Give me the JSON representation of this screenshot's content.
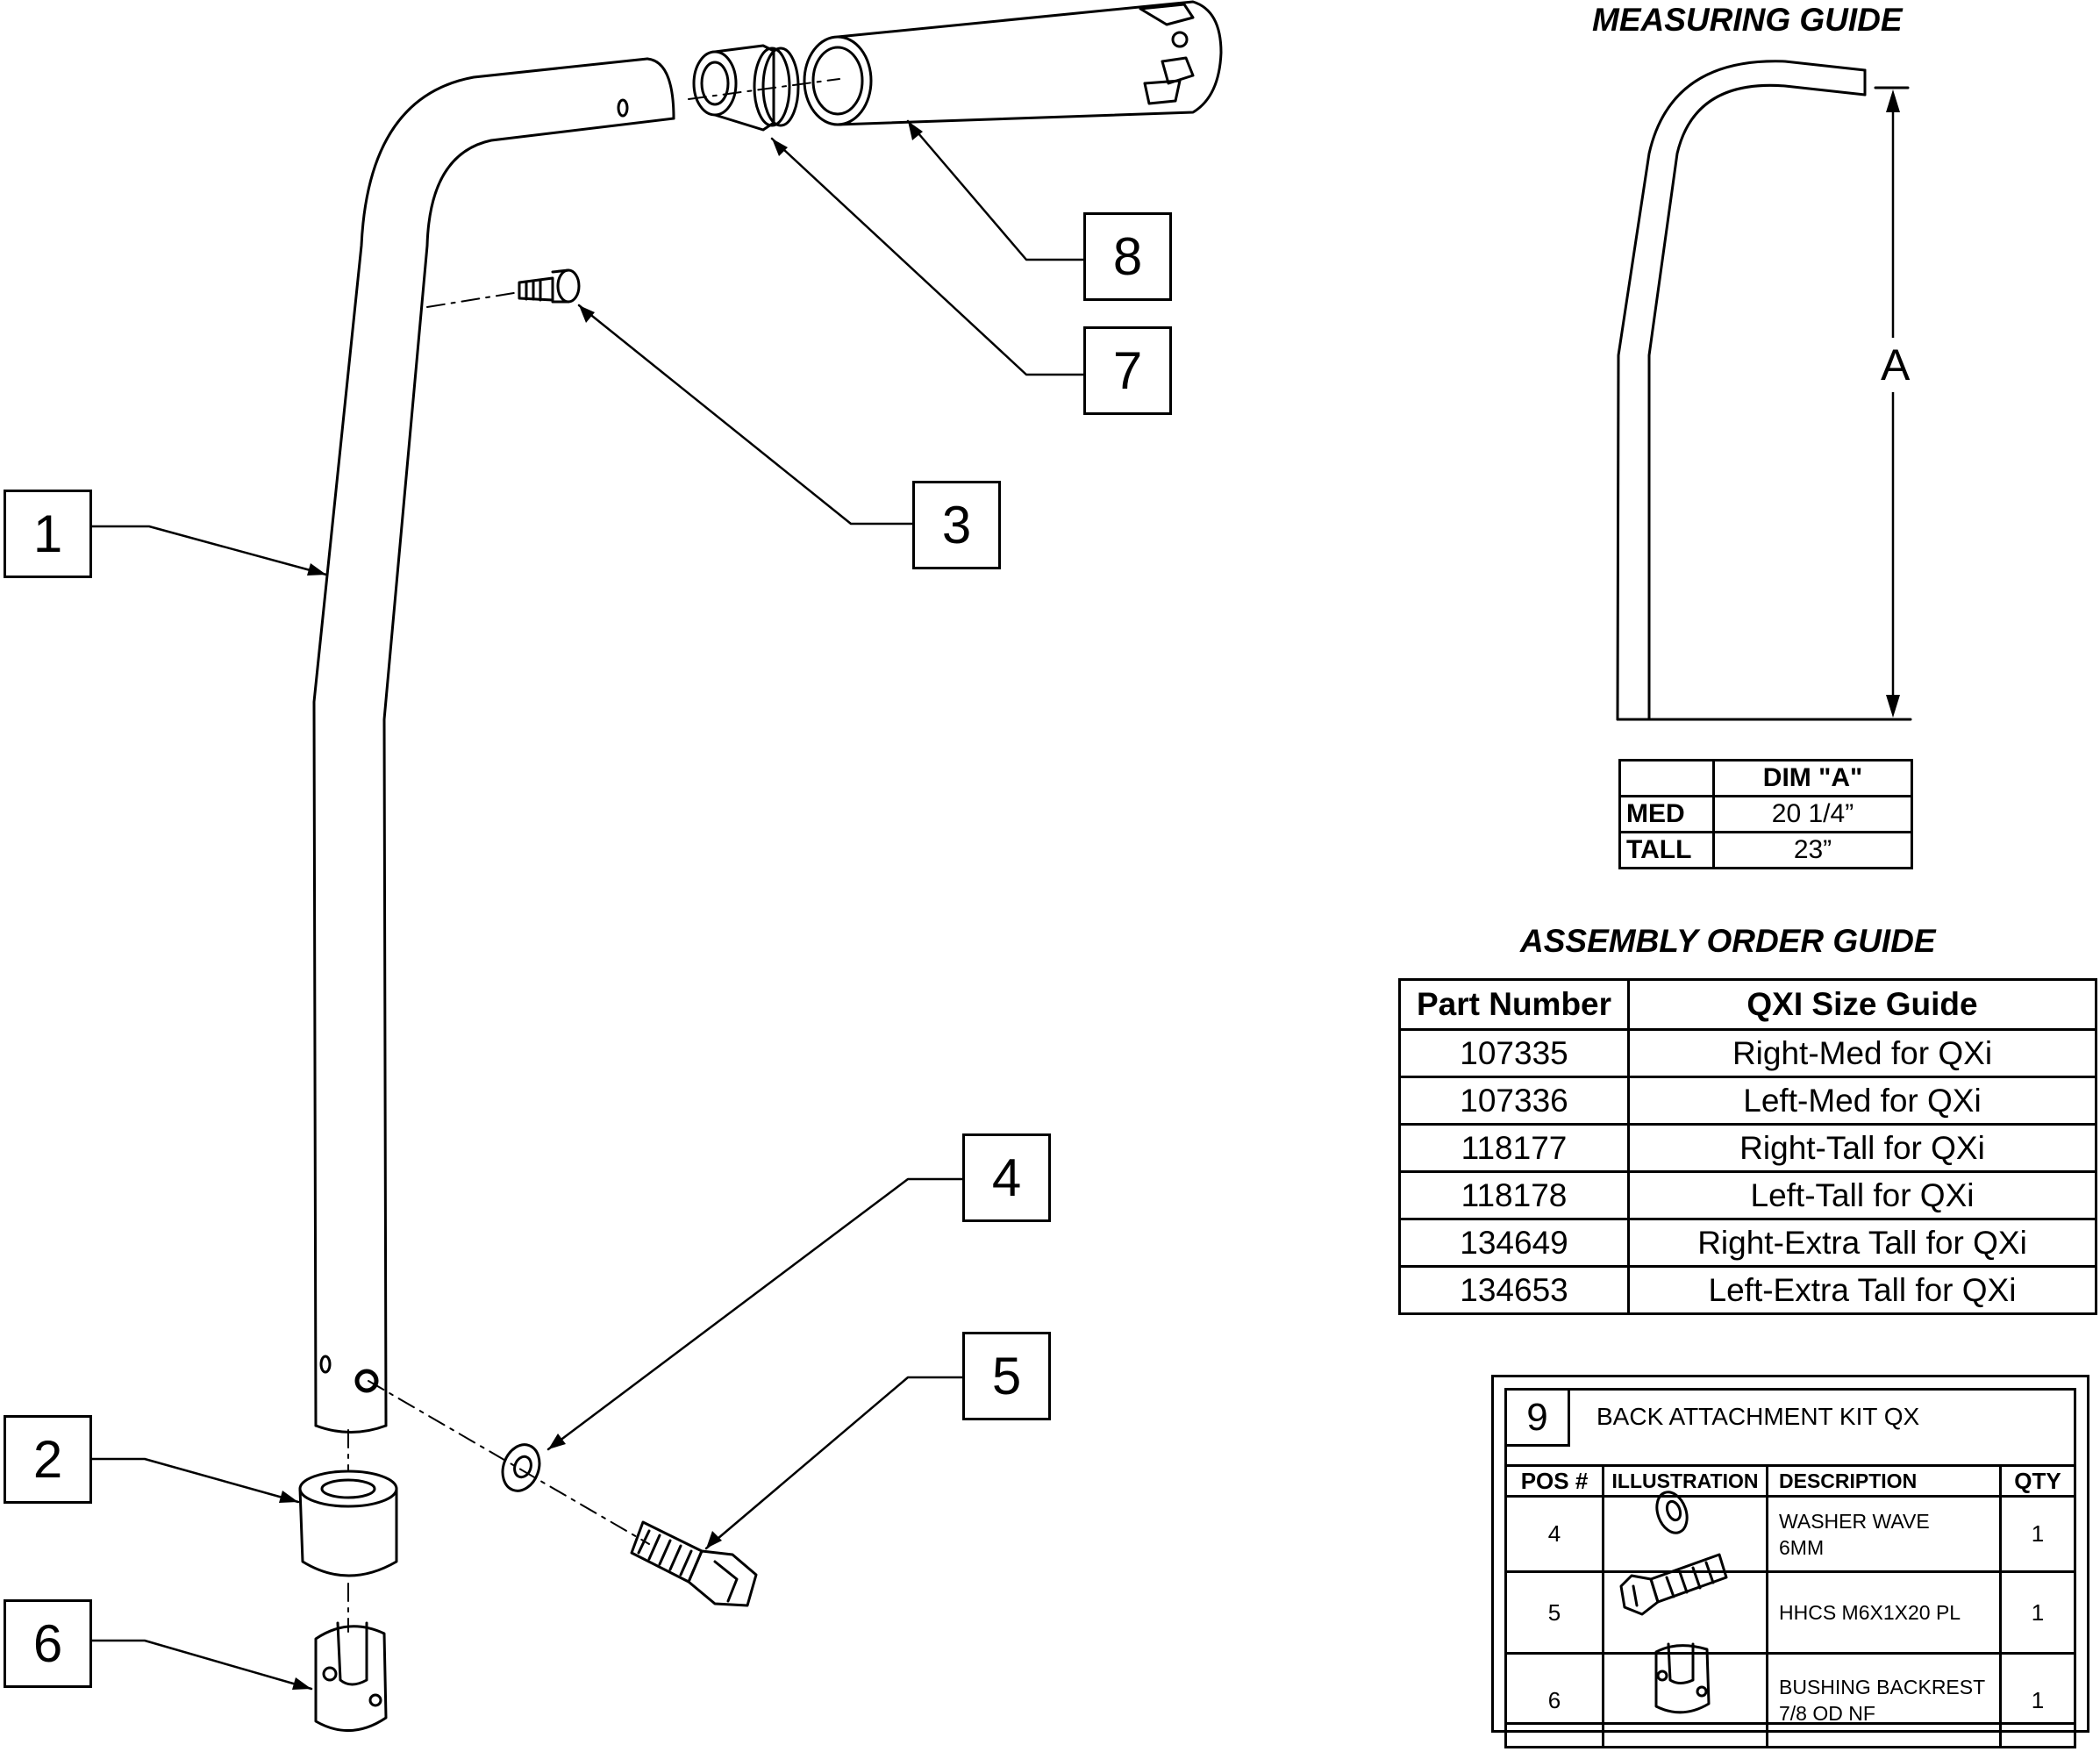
{
  "callouts": [
    "1",
    "2",
    "3",
    "4",
    "5",
    "6",
    "7",
    "8"
  ],
  "measuring_guide": {
    "title": "MEASURING GUIDE",
    "dimension_label": "A",
    "table": {
      "header": "DIM \"A\"",
      "rows": [
        {
          "label": "MED",
          "value": "20 1/4”"
        },
        {
          "label": "TALL",
          "value": "23”"
        }
      ]
    }
  },
  "assembly_order_guide": {
    "title": "ASSEMBLY ORDER GUIDE",
    "columns": [
      "Part Number",
      "QXI Size Guide"
    ],
    "rows": [
      {
        "part": "107335",
        "size": "Right-Med for QXi"
      },
      {
        "part": "107336",
        "size": "Left-Med for QXi"
      },
      {
        "part": "118177",
        "size": "Right-Tall for QXi"
      },
      {
        "part": "118178",
        "size": "Left-Tall for QXi"
      },
      {
        "part": "134649",
        "size": "Right-Extra Tall for QXi"
      },
      {
        "part": "134653",
        "size": "Left-Extra Tall for QXi"
      }
    ]
  },
  "kit": {
    "number": "9",
    "title": "BACK ATTACHMENT KIT QX",
    "columns": [
      "POS #",
      "ILLUSTRATION",
      "DESCRIPTION",
      "QTY"
    ],
    "rows": [
      {
        "pos": "4",
        "desc1": "WASHER WAVE",
        "desc2": "6MM",
        "qty": "1",
        "icon": "washer-icon"
      },
      {
        "pos": "5",
        "desc1": "HHCS M6X1X20 PL",
        "desc2": "",
        "qty": "1",
        "icon": "bolt-icon"
      },
      {
        "pos": "6",
        "desc1": "BUSHING BACKREST",
        "desc2": "7/8 OD NF",
        "qty": "1",
        "icon": "bushing-icon"
      }
    ]
  }
}
